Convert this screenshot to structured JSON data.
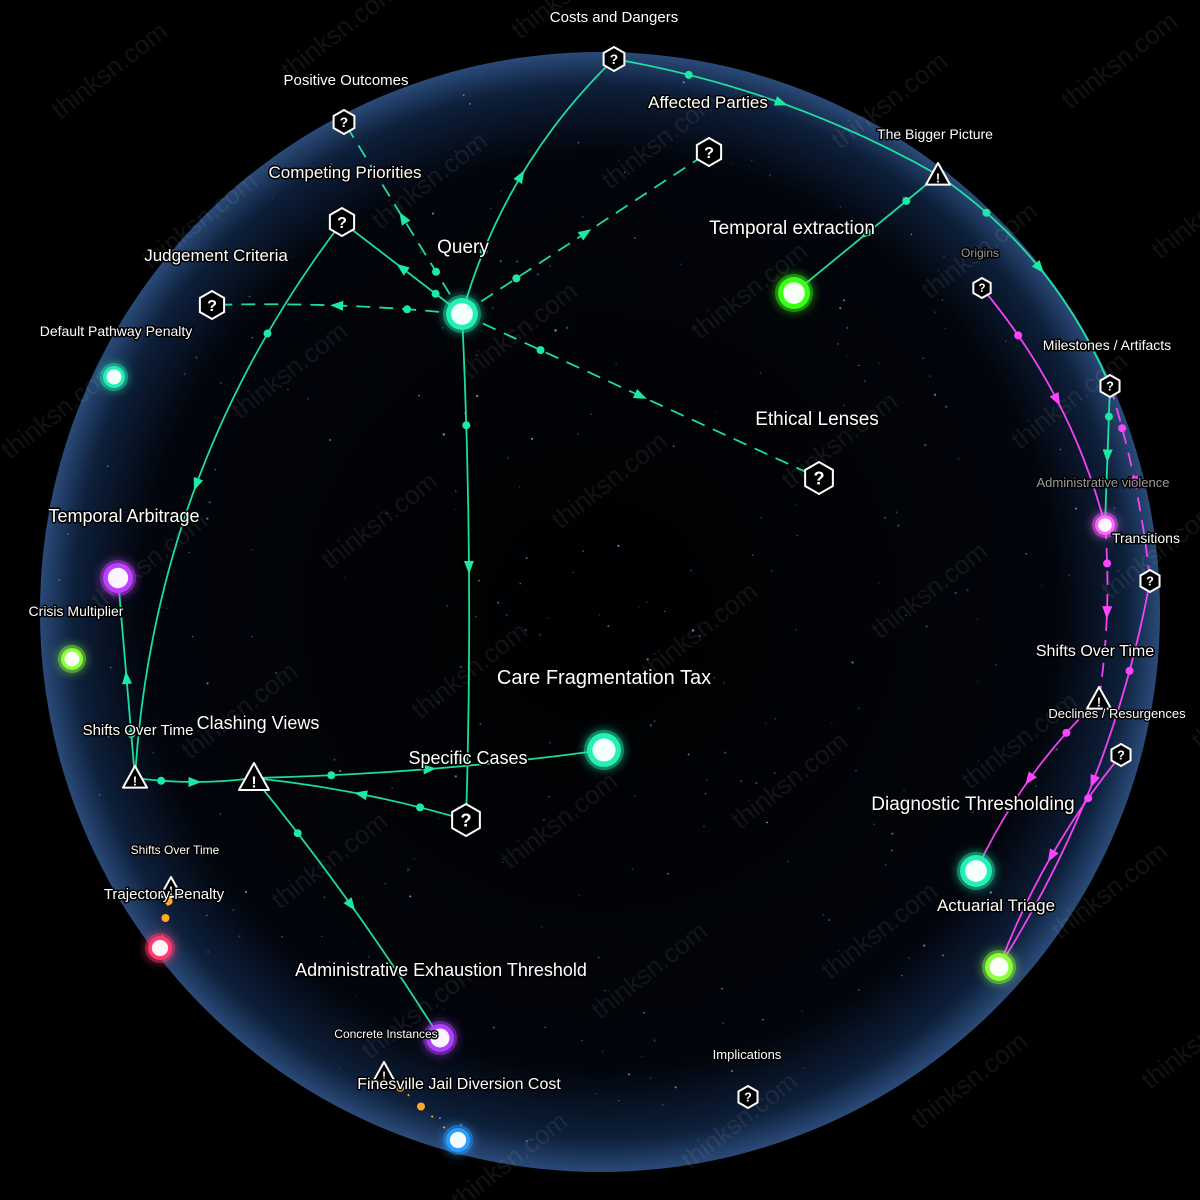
{
  "colors": {
    "background": "#000000",
    "sphere_edge": "#2a4a78",
    "primary_edge": "#1de9a4",
    "secondary_edge": "#ff44ff",
    "tertiary_edge": "#ffa726",
    "icon_stroke": "#ffffff"
  },
  "watermark": "thinksn.com",
  "nodes": [
    {
      "id": "query",
      "label": "Query",
      "kind": "query",
      "color": "#23f0b4"
    },
    {
      "id": "temporal_extraction",
      "label": "Temporal extraction",
      "kind": "answer",
      "color": "#39ff14"
    },
    {
      "id": "care_fragmentation_tax",
      "label": "Care Fragmentation Tax",
      "kind": "answer",
      "color": "#23f0b4"
    },
    {
      "id": "default_pathway_penalty",
      "label": "Default Pathway Penalty",
      "kind": "answer",
      "color": "#23f0b4"
    },
    {
      "id": "temporal_arbitrage",
      "label": "Temporal Arbitrage",
      "kind": "answer",
      "color": "#c040ff"
    },
    {
      "id": "crisis_multiplier",
      "label": "Crisis Multiplier",
      "kind": "answer",
      "color": "#8cff3a"
    },
    {
      "id": "trajectory_penalty",
      "label": "Trajectory Penalty",
      "kind": "answer",
      "color": "#ff3a6e"
    },
    {
      "id": "administrative_exhaustion_threshold",
      "label": "Administrative Exhaustion Threshold",
      "kind": "answer",
      "color": "#b040ff"
    },
    {
      "id": "finesville_jail_diversion_cost",
      "label": "Finesville Jail Diversion Cost",
      "kind": "answer",
      "color": "#2a9dff"
    },
    {
      "id": "diagnostic_thresholding",
      "label": "Diagnostic Thresholding",
      "kind": "answer",
      "color": "#23f0b4"
    },
    {
      "id": "actuarial_triage",
      "label": "Actuarial Triage",
      "kind": "answer",
      "color": "#8cff3a"
    },
    {
      "id": "administrative_violence",
      "label": "Administrative violence",
      "kind": "answer",
      "color": "#ff66ff"
    },
    {
      "id": "costs_and_dangers",
      "label": "Costs and Dangers",
      "kind": "question"
    },
    {
      "id": "positive_outcomes",
      "label": "Positive Outcomes",
      "kind": "question"
    },
    {
      "id": "affected_parties",
      "label": "Affected Parties",
      "kind": "question"
    },
    {
      "id": "competing_priorities",
      "label": "Competing Priorities",
      "kind": "question"
    },
    {
      "id": "judgement_criteria",
      "label": "Judgement Criteria",
      "kind": "question"
    },
    {
      "id": "ethical_lenses",
      "label": "Ethical Lenses",
      "kind": "question"
    },
    {
      "id": "specific_cases",
      "label": "Specific Cases",
      "kind": "question"
    },
    {
      "id": "origins",
      "label": "Origins",
      "kind": "question"
    },
    {
      "id": "milestones_artifacts",
      "label": "Milestones / Artifacts",
      "kind": "question"
    },
    {
      "id": "transitions",
      "label": "Transitions",
      "kind": "question"
    },
    {
      "id": "declines_resurgences",
      "label": "Declines / Resurgences",
      "kind": "question"
    },
    {
      "id": "implications",
      "label": "Implications",
      "kind": "question"
    },
    {
      "id": "the_bigger_picture",
      "label": "The Bigger Picture",
      "kind": "warning"
    },
    {
      "id": "shifts_over_time_right",
      "label": "Shifts Over Time",
      "kind": "warning"
    },
    {
      "id": "shifts_over_time_left",
      "label": "Shifts Over Time",
      "kind": "warning"
    },
    {
      "id": "clashing_views",
      "label": "Clashing Views",
      "kind": "warning"
    },
    {
      "id": "shifts_over_time_lower",
      "label": "Shifts Over Time",
      "kind": "warning"
    },
    {
      "id": "concrete_instances",
      "label": "Concrete Instances",
      "kind": "warning"
    }
  ],
  "edges": [
    {
      "from": "query",
      "to": "costs_and_dangers",
      "style": "solid",
      "group": "primary"
    },
    {
      "from": "query",
      "to": "positive_outcomes",
      "style": "dashed",
      "group": "primary"
    },
    {
      "from": "query",
      "to": "competing_priorities",
      "style": "solid",
      "group": "primary"
    },
    {
      "from": "query",
      "to": "affected_parties",
      "style": "dashed",
      "group": "primary"
    },
    {
      "from": "query",
      "to": "judgement_criteria",
      "style": "dashed",
      "group": "primary"
    },
    {
      "from": "query",
      "to": "ethical_lenses",
      "style": "dashed",
      "group": "primary"
    },
    {
      "from": "query",
      "to": "specific_cases",
      "style": "solid",
      "group": "primary"
    },
    {
      "from": "costs_and_dangers",
      "to": "the_bigger_picture",
      "style": "solid",
      "group": "primary"
    },
    {
      "from": "the_bigger_picture",
      "to": "temporal_extraction",
      "style": "solid",
      "group": "primary"
    },
    {
      "from": "the_bigger_picture",
      "to": "milestones_artifacts",
      "style": "solid",
      "group": "primary"
    },
    {
      "from": "competing_priorities",
      "to": "shifts_over_time_left",
      "style": "solid",
      "group": "primary"
    },
    {
      "from": "shifts_over_time_left",
      "to": "temporal_arbitrage",
      "style": "solid",
      "group": "primary"
    },
    {
      "from": "shifts_over_time_left",
      "to": "clashing_views",
      "style": "solid",
      "group": "primary"
    },
    {
      "from": "specific_cases",
      "to": "clashing_views",
      "style": "solid",
      "group": "primary"
    },
    {
      "from": "clashing_views",
      "to": "care_fragmentation_tax",
      "style": "solid",
      "group": "primary"
    },
    {
      "from": "clashing_views",
      "to": "administrative_exhaustion_threshold",
      "style": "solid",
      "group": "primary"
    },
    {
      "from": "milestones_artifacts",
      "to": "administrative_violence",
      "style": "solid",
      "group": "primary"
    },
    {
      "from": "origins",
      "to": "administrative_violence",
      "style": "solid",
      "group": "secondary"
    },
    {
      "from": "milestones_artifacts",
      "to": "transitions",
      "style": "dashed",
      "group": "secondary"
    },
    {
      "from": "administrative_violence",
      "to": "shifts_over_time_right",
      "style": "dashed",
      "group": "secondary"
    },
    {
      "from": "shifts_over_time_right",
      "to": "diagnostic_thresholding",
      "style": "solid",
      "group": "secondary"
    },
    {
      "from": "declines_resurgences",
      "to": "actuarial_triage",
      "style": "solid",
      "group": "secondary"
    },
    {
      "from": "transitions",
      "to": "actuarial_triage",
      "style": "solid",
      "group": "secondary"
    },
    {
      "from": "shifts_over_time_lower",
      "to": "trajectory_penalty",
      "style": "dotted",
      "group": "tertiary"
    },
    {
      "from": "concrete_instances",
      "to": "finesville_jail_diversion_cost",
      "style": "dotted",
      "group": "tertiary"
    }
  ]
}
